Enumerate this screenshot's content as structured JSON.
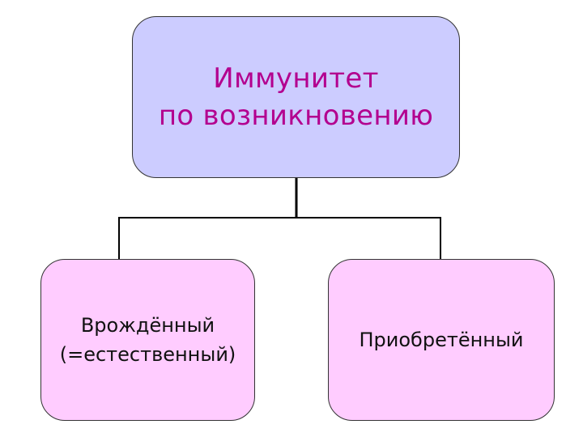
{
  "diagram": {
    "root": {
      "lines": [
        "Иммунитет",
        "по возникновению"
      ],
      "fill_color": "#ccccff",
      "text_color": "#b3008f"
    },
    "children": [
      {
        "lines": [
          "Врождённый",
          "(=естественный)"
        ],
        "fill_color": "#ffccff",
        "text_color": "#111111"
      },
      {
        "lines": [
          "Приобретённый"
        ],
        "fill_color": "#ffccff",
        "text_color": "#111111"
      }
    ],
    "connector_color": "#000000"
  }
}
